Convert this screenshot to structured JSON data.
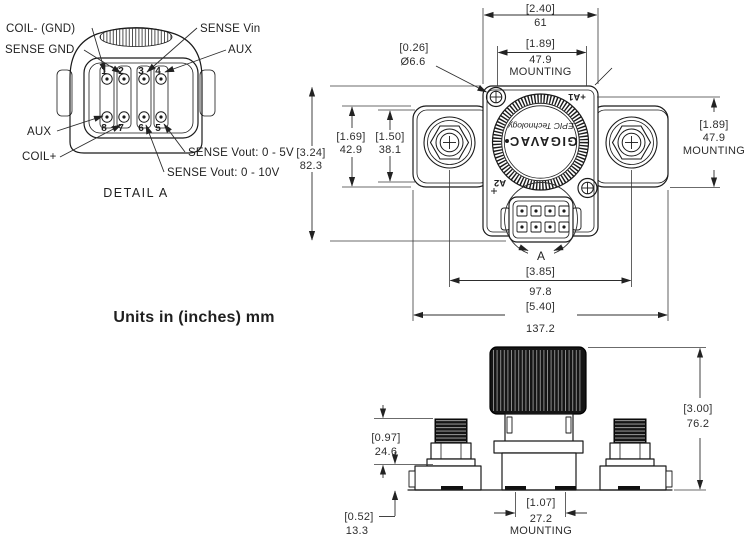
{
  "units_note": "Units in (inches) mm",
  "detail_a": {
    "caption": "DETAIL A",
    "pins_top": [
      "1",
      "2",
      "3",
      "4"
    ],
    "pins_bottom": [
      "8",
      "7",
      "6",
      "5"
    ],
    "labels": {
      "coil_neg": "COIL- (GND)",
      "sense_gnd": "SENSE GND",
      "sense_vin": "SENSE Vin",
      "aux_top": "AUX",
      "aux_bottom": "AUX",
      "coil_pos": "COIL+",
      "vout_5v": "SENSE Vout: 0 - 5V",
      "vout_10v": "SENSE Vout: 0 - 10V"
    }
  },
  "front_view": {
    "logo": "GIGAVAC",
    "logo_sub": "EPIC Technology",
    "terminal_a1": "+A1",
    "terminal_a2": "A2",
    "detail_marker": "A",
    "dims": {
      "body_width": {
        "in": "[2.40]",
        "mm": "61"
      },
      "mounting_h": {
        "in": "[1.89]",
        "mm": "47.9",
        "note": "MOUNTING"
      },
      "hole_dia": {
        "in": "[0.26]",
        "mm": "Ø6.6"
      },
      "flange_outer": {
        "in": "[1.69]",
        "mm": "42.9"
      },
      "flange_inner": {
        "in": "[1.50]",
        "mm": "38.1"
      },
      "overall_height": {
        "in": "[3.24]",
        "mm": "82.3"
      },
      "mounting_v": {
        "in": "[1.89]",
        "mm": "47.9",
        "note": "MOUNTING"
      },
      "stud_span": {
        "in": "[3.85]",
        "mm": "97.8"
      },
      "overall_width": {
        "in": "[5.40]",
        "mm": "137.2"
      }
    }
  },
  "side_view": {
    "dims": {
      "overall_height": {
        "in": "[3.00]",
        "mm": "76.2"
      },
      "stud_height": {
        "in": "[0.97]",
        "mm": "24.6"
      },
      "base_height": {
        "in": "[0.52]",
        "mm": "13.3"
      },
      "mounting_slot": {
        "in": "[1.07]",
        "mm": "27.2",
        "note": "MOUNTING"
      }
    }
  }
}
